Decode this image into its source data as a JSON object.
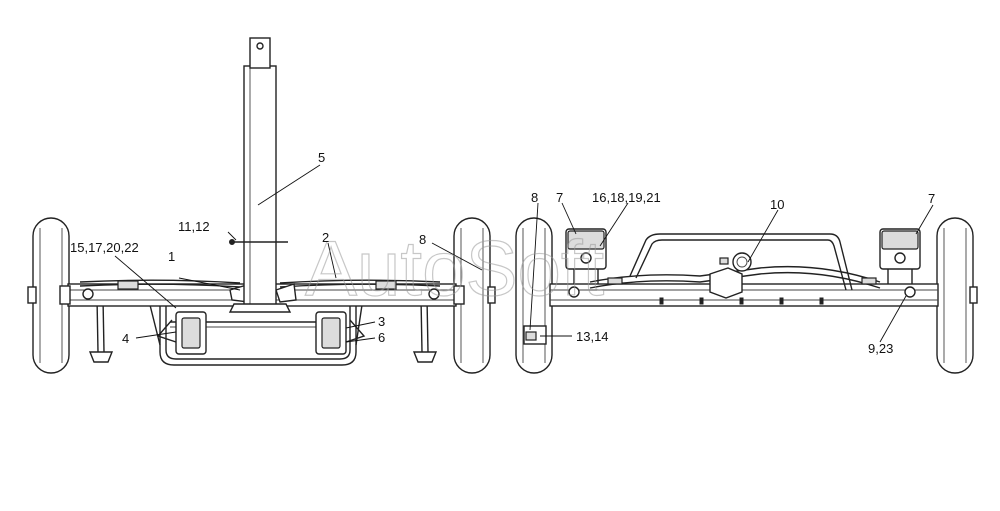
{
  "watermark": "AutoSoft",
  "callouts": {
    "c1": "1",
    "c2": "2",
    "c3": "3",
    "c4": "4",
    "c5": "5",
    "c6": "6",
    "c7a": "7",
    "c7b": "7",
    "c8a": "8",
    "c8b": "8",
    "c10": "10",
    "c11_12": "11,12",
    "c13_14": "13,14",
    "c15_17_20_22": "15,17,20,22",
    "c16_18_19_21": "16,18,19,21",
    "c9_23": "9,23"
  }
}
